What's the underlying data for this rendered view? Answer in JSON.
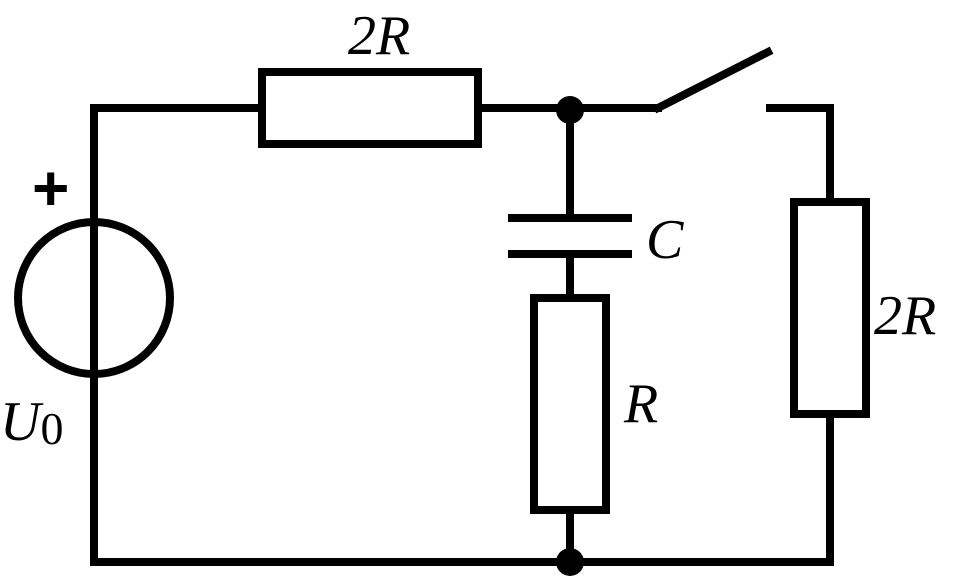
{
  "labels": {
    "top_resistor": "2R",
    "capacitor": "C",
    "middle_resistor": "R",
    "right_resistor": "2R",
    "source_name": "U",
    "source_subscript": "0",
    "source_polarity": "+"
  }
}
